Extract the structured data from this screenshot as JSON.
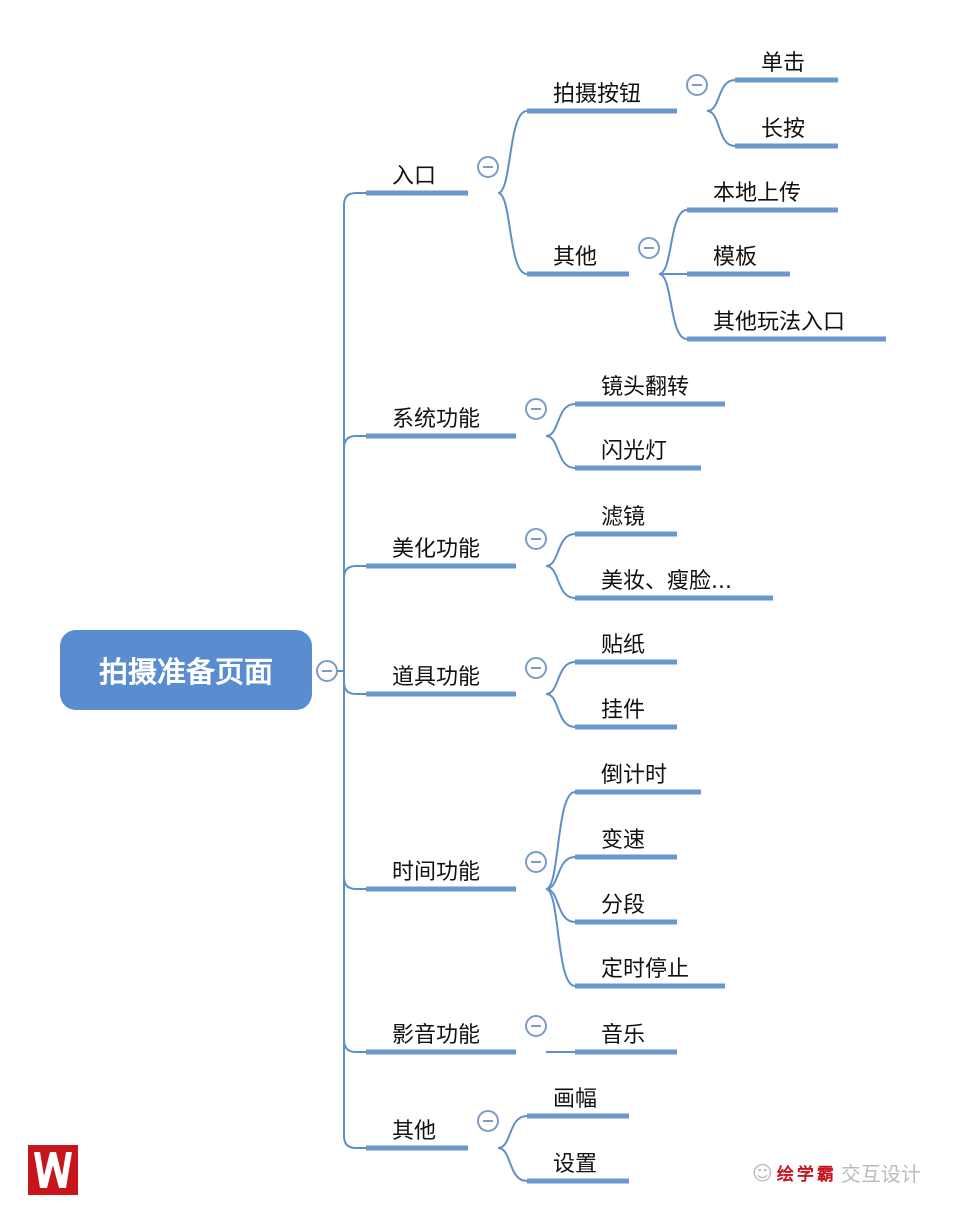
{
  "root": {
    "label": "拍摄准备页面"
  },
  "branches": [
    {
      "label": "入口",
      "children": [
        {
          "label": "拍摄按钮",
          "children": [
            {
              "label": "单击"
            },
            {
              "label": "长按"
            }
          ]
        },
        {
          "label": "其他",
          "children": [
            {
              "label": "本地上传"
            },
            {
              "label": "模板"
            },
            {
              "label": "其他玩法入口"
            }
          ]
        }
      ]
    },
    {
      "label": "系统功能",
      "children": [
        {
          "label": "镜头翻转"
        },
        {
          "label": "闪光灯"
        }
      ]
    },
    {
      "label": "美化功能",
      "children": [
        {
          "label": "滤镜"
        },
        {
          "label": "美妆、瘦脸..."
        }
      ]
    },
    {
      "label": "道具功能",
      "children": [
        {
          "label": "贴纸"
        },
        {
          "label": "挂件"
        }
      ]
    },
    {
      "label": "时间功能",
      "children": [
        {
          "label": "倒计时"
        },
        {
          "label": "变速"
        },
        {
          "label": "分段"
        },
        {
          "label": "定时停止"
        }
      ]
    },
    {
      "label": "影音功能",
      "children": [
        {
          "label": "音乐"
        }
      ]
    },
    {
      "label": "其他",
      "children": [
        {
          "label": "画幅"
        },
        {
          "label": "设置"
        }
      ]
    }
  ],
  "watermark": {
    "brand": "绘学霸",
    "text": "交互设计"
  },
  "colors": {
    "line": "#5f8fc9",
    "root": "#5a8cd0",
    "logo": "#c8151b"
  }
}
